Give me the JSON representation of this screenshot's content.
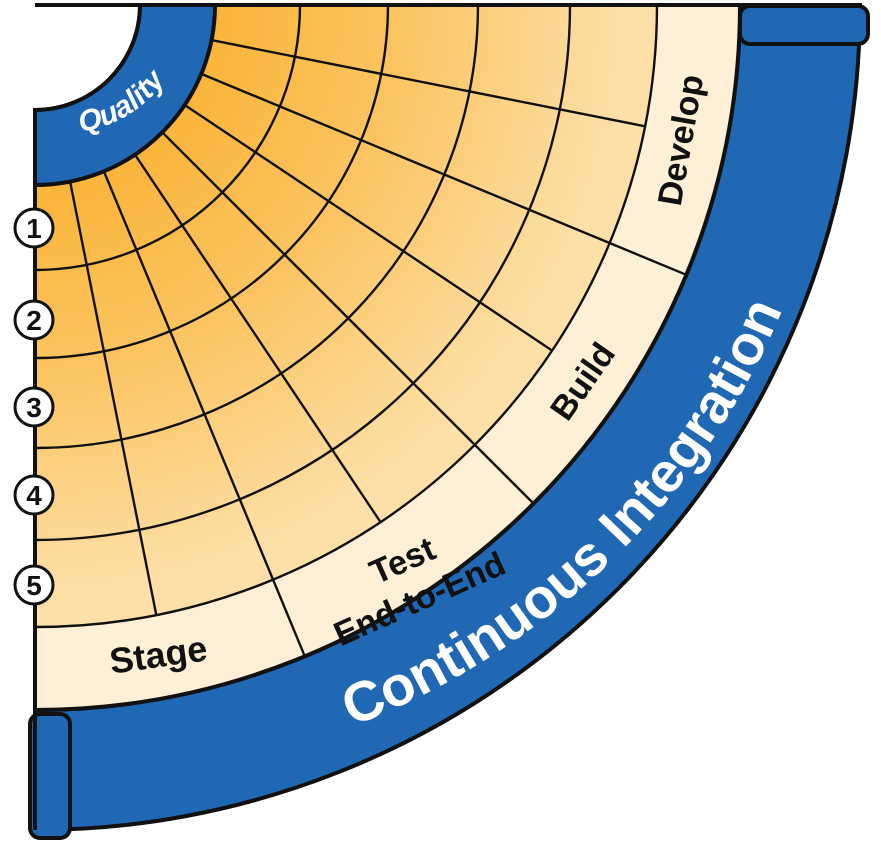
{
  "diagram": {
    "outer_label": "Continuous Integration",
    "inner_label": "Quality",
    "stages": [
      {
        "id": "develop",
        "label": "Develop"
      },
      {
        "id": "build",
        "label": "Build"
      },
      {
        "id": "test",
        "label": "Test",
        "label2": "End-to-End"
      },
      {
        "id": "stage",
        "label": "Stage"
      }
    ],
    "levels": [
      "1",
      "2",
      "3",
      "4",
      "5"
    ],
    "colors": {
      "blue": "#2168b4",
      "outline": "#111111",
      "orange_inner": "#f9b233",
      "orange_outer": "#fee6b6",
      "pale": "#fef0d6"
    }
  }
}
